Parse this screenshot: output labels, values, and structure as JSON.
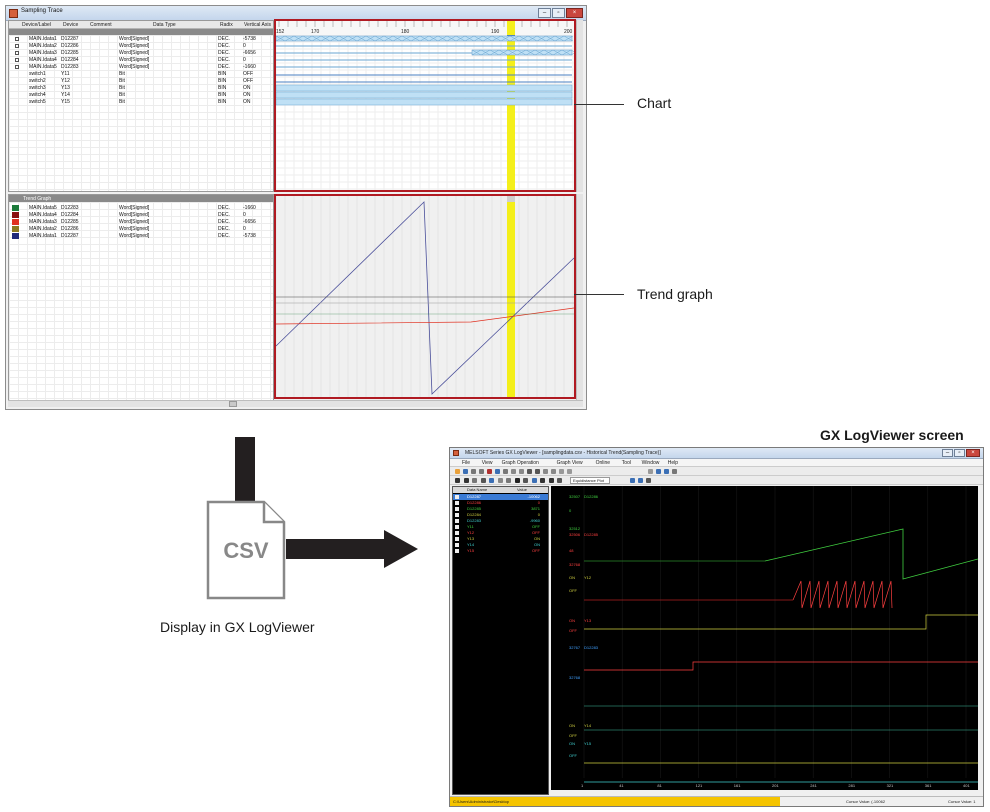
{
  "trace_window": {
    "title": "Sampling Trace",
    "columns": [
      "Device/Label",
      "Device",
      "Comment",
      "Data Type",
      "Radix",
      "Vertical Axis"
    ],
    "rows": [
      {
        "label": "MAIN.Idata1",
        "device": "D12287",
        "type": "Word[Signed]",
        "radix": "DEC.",
        "value": "-5738"
      },
      {
        "label": "MAIN.Idata2",
        "device": "D12286",
        "type": "Word[Signed]",
        "radix": "DEC.",
        "value": "0"
      },
      {
        "label": "MAIN.Idata3",
        "device": "D12285",
        "type": "Word[Signed]",
        "radix": "DEC.",
        "value": "-6656"
      },
      {
        "label": "MAIN.Idata4",
        "device": "D12284",
        "type": "Word[Signed]",
        "radix": "DEC.",
        "value": "0"
      },
      {
        "label": "MAIN.Idata5",
        "device": "D12283",
        "type": "Word[Signed]",
        "radix": "DEC.",
        "value": "-1660"
      },
      {
        "label": "switch1",
        "device": "Y11",
        "type": "Bit",
        "radix": "BIN",
        "value": "OFF"
      },
      {
        "label": "switch2",
        "device": "Y12",
        "type": "Bit",
        "radix": "BIN",
        "value": "OFF"
      },
      {
        "label": "switch3",
        "device": "Y13",
        "type": "Bit",
        "radix": "BIN",
        "value": "ON"
      },
      {
        "label": "switch4",
        "device": "Y14",
        "type": "Bit",
        "radix": "BIN",
        "value": "ON"
      },
      {
        "label": "switch5",
        "device": "Y15",
        "type": "Bit",
        "radix": "BIN",
        "value": "ON"
      }
    ],
    "axis_start": "152",
    "axis_ticks": [
      "170",
      "180",
      "190",
      "200"
    ],
    "trend_header": "Trend Graph",
    "trend_rows": [
      {
        "label": "MAIN.Idata5",
        "device": "D12283",
        "type": "Word[Signed]",
        "radix": "DEC.",
        "value": "-1660",
        "color": "#1b7a3a"
      },
      {
        "label": "MAIN.Idata4",
        "device": "D12284",
        "type": "Word[Signed]",
        "radix": "DEC.",
        "value": "0",
        "color": "#8a1010"
      },
      {
        "label": "MAIN.Idata3",
        "device": "D12285",
        "type": "Word[Signed]",
        "radix": "DEC.",
        "value": "-6656",
        "color": "#e03020"
      },
      {
        "label": "MAIN.Idata2",
        "device": "D12286",
        "type": "Word[Signed]",
        "radix": "DEC.",
        "value": "0",
        "color": "#8c7a20"
      },
      {
        "label": "MAIN.Idata1",
        "device": "D12287",
        "type": "Word[Signed]",
        "radix": "DEC.",
        "value": "-5738",
        "color": "#202a7a"
      }
    ]
  },
  "callouts": {
    "chart": "Chart",
    "trend": "Trend graph"
  },
  "flow": {
    "csv_label": "CSV",
    "caption": "Display in GX LogViewer"
  },
  "gx": {
    "caption": "GX LogViewer screen",
    "title": "MELSOFT Series GX LogViewer - [samplingdata.csv - Historical Trend(Sampling Trace)]",
    "menus": [
      "File",
      "View",
      "Graph Operation",
      "Graph View",
      "Online",
      "Tool",
      "Window",
      "Help"
    ],
    "display_mode": "Equidistance Plot",
    "list_headers": [
      "Data Name",
      "Value"
    ],
    "list_rows": [
      {
        "name": "D12287",
        "value": "-10062",
        "color": "#ffffff",
        "selected": true
      },
      {
        "name": "D12286",
        "value": "0",
        "color": "#ff4040"
      },
      {
        "name": "D12285",
        "value": "3871",
        "color": "#40d040"
      },
      {
        "name": "D12284",
        "value": "0",
        "color": "#d0d040"
      },
      {
        "name": "D12283",
        "value": "-9960",
        "color": "#40d0d0"
      },
      {
        "name": "Y11",
        "value": "OFF",
        "color": "#40d040"
      },
      {
        "name": "Y12",
        "value": "OFF",
        "color": "#ff4040"
      },
      {
        "name": "Y13",
        "value": "ON",
        "color": "#d0d040"
      },
      {
        "name": "Y14",
        "value": "ON",
        "color": "#40d0d0"
      },
      {
        "name": "Y15",
        "value": "OFF",
        "color": "#ff4040"
      }
    ],
    "graph_labels": [
      {
        "text": "32507",
        "sub": "D12286",
        "color": "#40d040"
      },
      {
        "text": "0",
        "color": "#40d040"
      },
      {
        "text": "32512",
        "color": "#40d040"
      },
      {
        "text": "32506",
        "sub": "D12285",
        "color": "#ff4040"
      },
      {
        "text": "48",
        "color": "#ff4040"
      },
      {
        "text": "32768",
        "color": "#ff4040"
      },
      {
        "text": "ON",
        "sub": "Y12",
        "color": "#d0d040"
      },
      {
        "text": "OFF",
        "color": "#d0d040"
      },
      {
        "text": "ON",
        "sub": "Y13",
        "color": "#ff4040"
      },
      {
        "text": "OFF",
        "color": "#ff4040"
      },
      {
        "text": "32767",
        "sub": "D12283",
        "color": "#40a0ff"
      },
      {
        "text": "32768",
        "color": "#40a0ff"
      },
      {
        "text": "ON",
        "sub": "Y14",
        "color": "#d0d040"
      },
      {
        "text": "OFF",
        "color": "#d0d040"
      },
      {
        "text": "ON",
        "sub": "Y15",
        "color": "#40d0d0"
      },
      {
        "text": "OFF",
        "color": "#40d0d0"
      }
    ],
    "x_ticks": [
      "1",
      "41",
      "81",
      "121",
      "161",
      "201",
      "241",
      "281",
      "321",
      "361",
      "401"
    ],
    "status_path": "C:\\Users\\Administrator\\Desktop",
    "cursor_value": "Cursor Value: (-10062",
    "cursor_index": "Cursor Value: 1"
  }
}
